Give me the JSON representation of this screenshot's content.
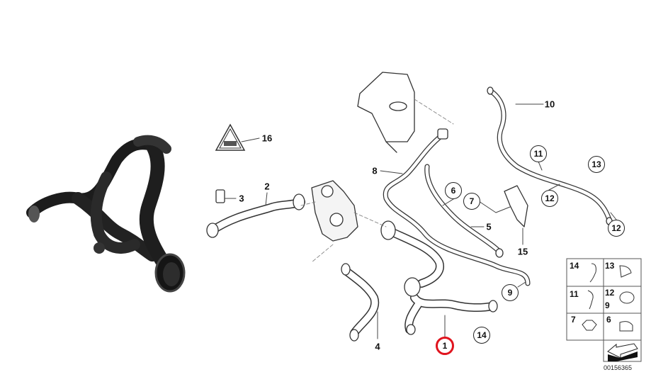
{
  "diagram": {
    "callouts": {
      "p1": "1",
      "p2": "2",
      "p3": "3",
      "p4": "4",
      "p5": "5",
      "p6": "6",
      "p7": "7",
      "p8": "8",
      "p9": "9",
      "p10": "10",
      "p11": "11",
      "p12a": "12",
      "p12b": "12",
      "p13": "13",
      "p14": "14",
      "p15": "15",
      "p16": "16"
    },
    "highlighted_part": "1",
    "highlight_color": "#e0141e",
    "legend": {
      "cells": [
        "14",
        "13",
        "11",
        "12",
        "9",
        "7",
        "6"
      ],
      "code": "00156365"
    }
  }
}
